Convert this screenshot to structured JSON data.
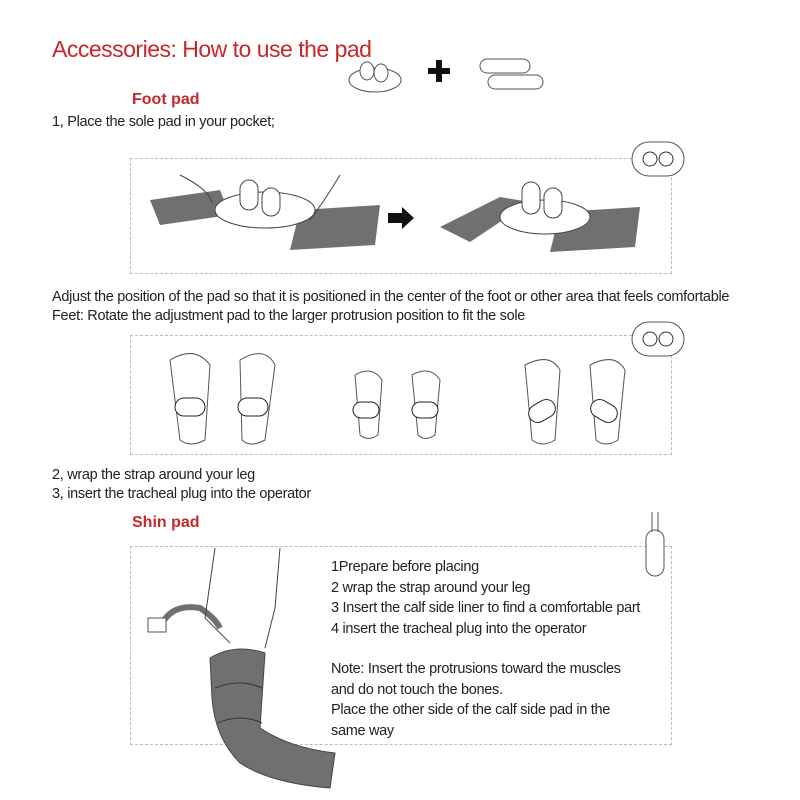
{
  "header": {
    "title": "Accessories: How to use the pad"
  },
  "foot_pad": {
    "heading": "Foot pad",
    "step1": "1, Place the sole pad in your pocket;",
    "adjust_note": "Adjust the position of the pad so that it is positioned in the center of the foot or other area that feels comfortable",
    "feet_note": "Feet: Rotate the adjustment pad to the larger protrusion position to fit the sole",
    "step2": "2, wrap the strap around your leg",
    "step3": "3, insert the tracheal plug into the operator"
  },
  "shin_pad": {
    "heading": "Shin pad",
    "steps": [
      "1Prepare before placing",
      "2 wrap the strap around your leg",
      "3 Insert the calf side liner to find a comfortable part",
      "4 insert the tracheal plug into the operator"
    ],
    "notes": [
      "Note: Insert the protrusions toward the muscles",
      "and do not touch the bones.",
      "Place the other side of the calf side pad in the",
      "same way"
    ]
  },
  "colors": {
    "accent": "#c8262a",
    "pad": "#6f716f"
  }
}
